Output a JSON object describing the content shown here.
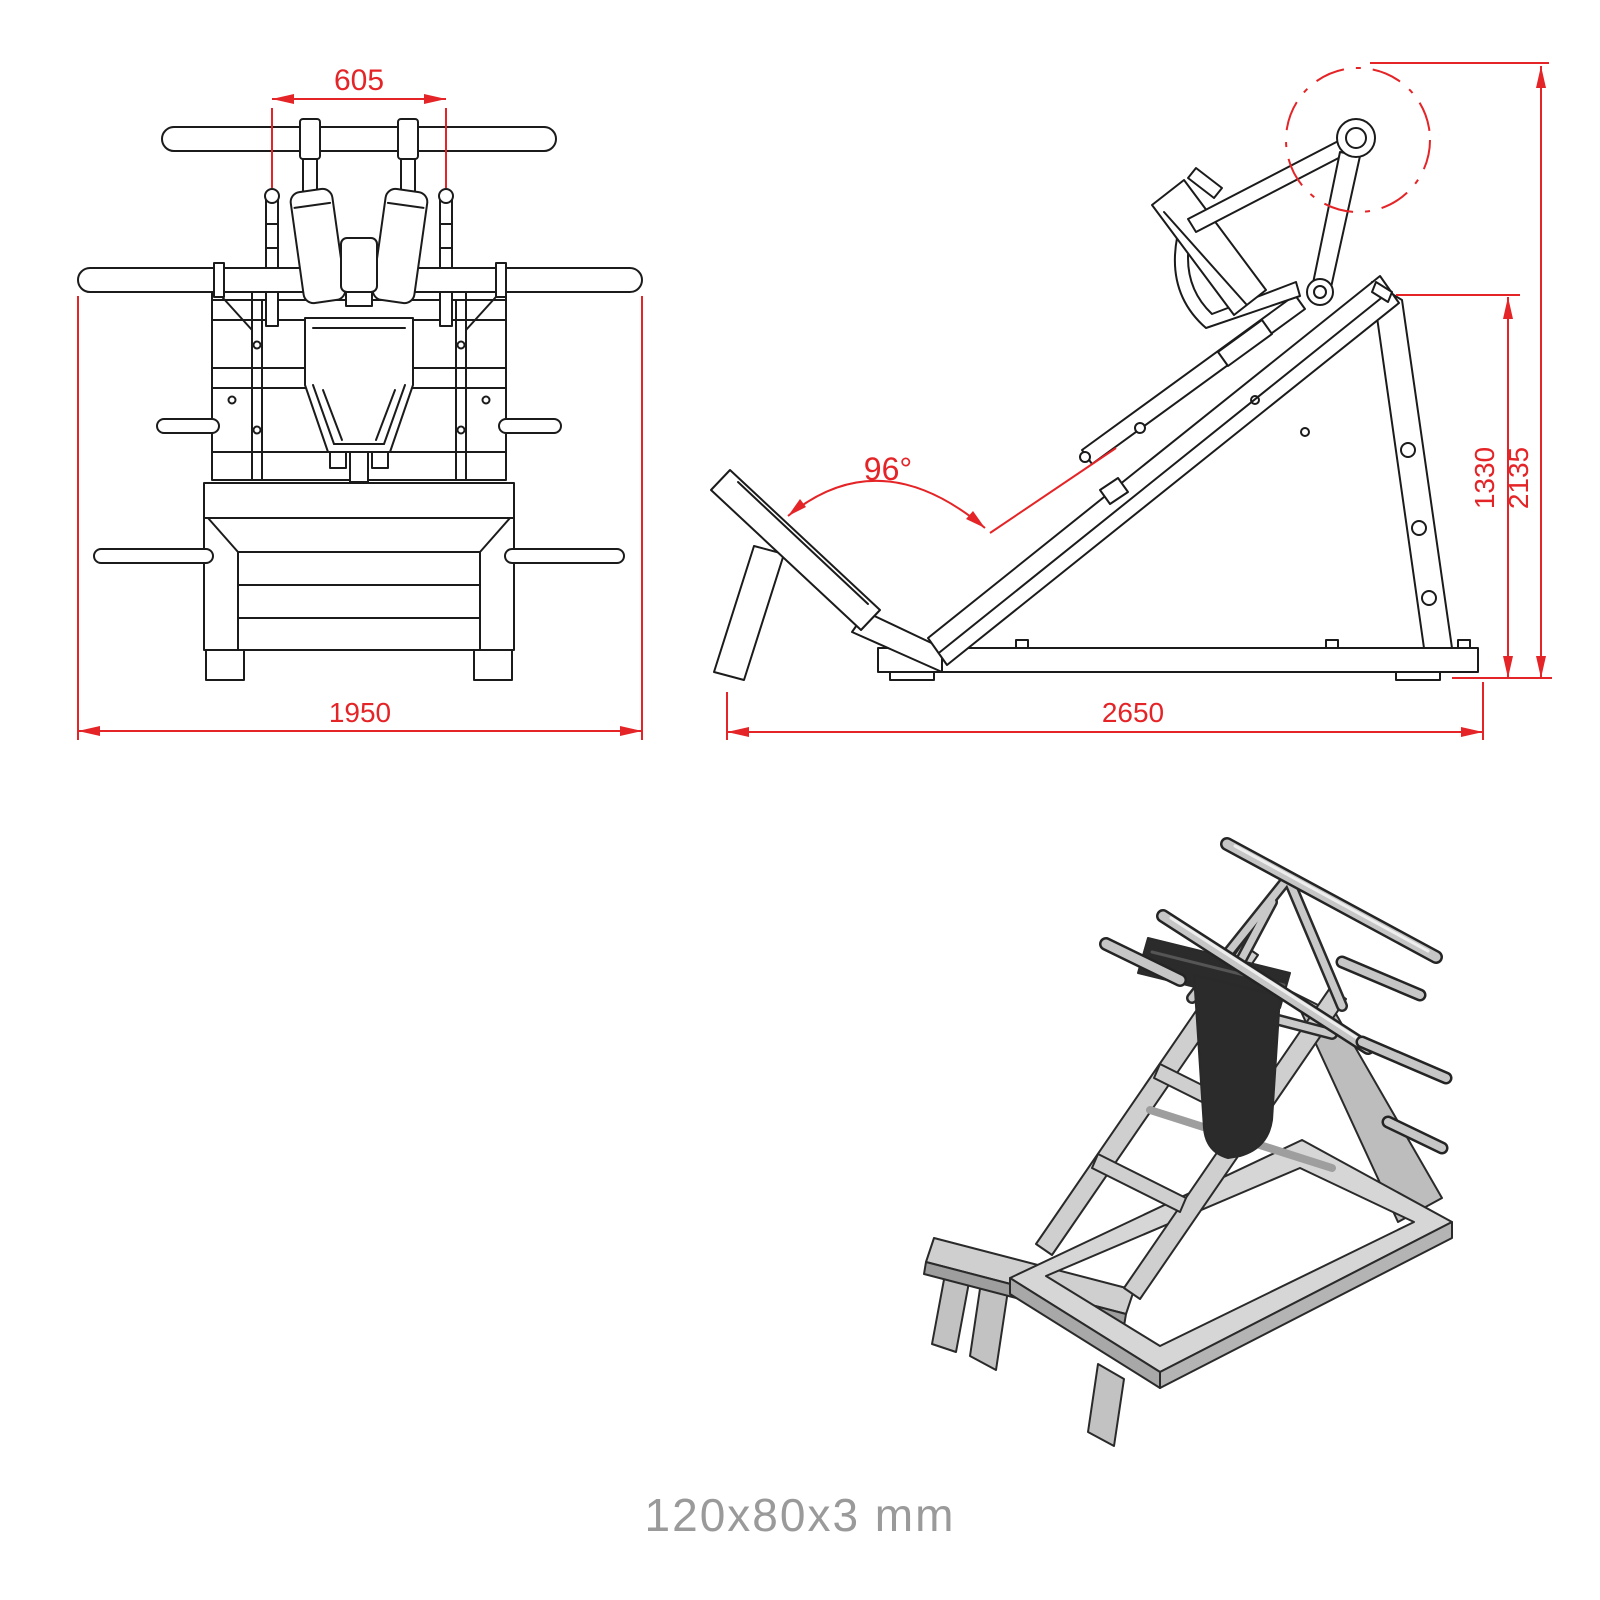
{
  "caption": "120x80x3 mm",
  "dims": {
    "grip_width": "605",
    "total_width": "1950",
    "footplate_angle": "96°",
    "carriage_height": "1330",
    "total_height": "2135",
    "total_length": "2650"
  },
  "colors": {
    "dimension_red": "#e42427",
    "drawing_line": "#1b1b1b",
    "caption_gray": "#9a9a9a"
  }
}
